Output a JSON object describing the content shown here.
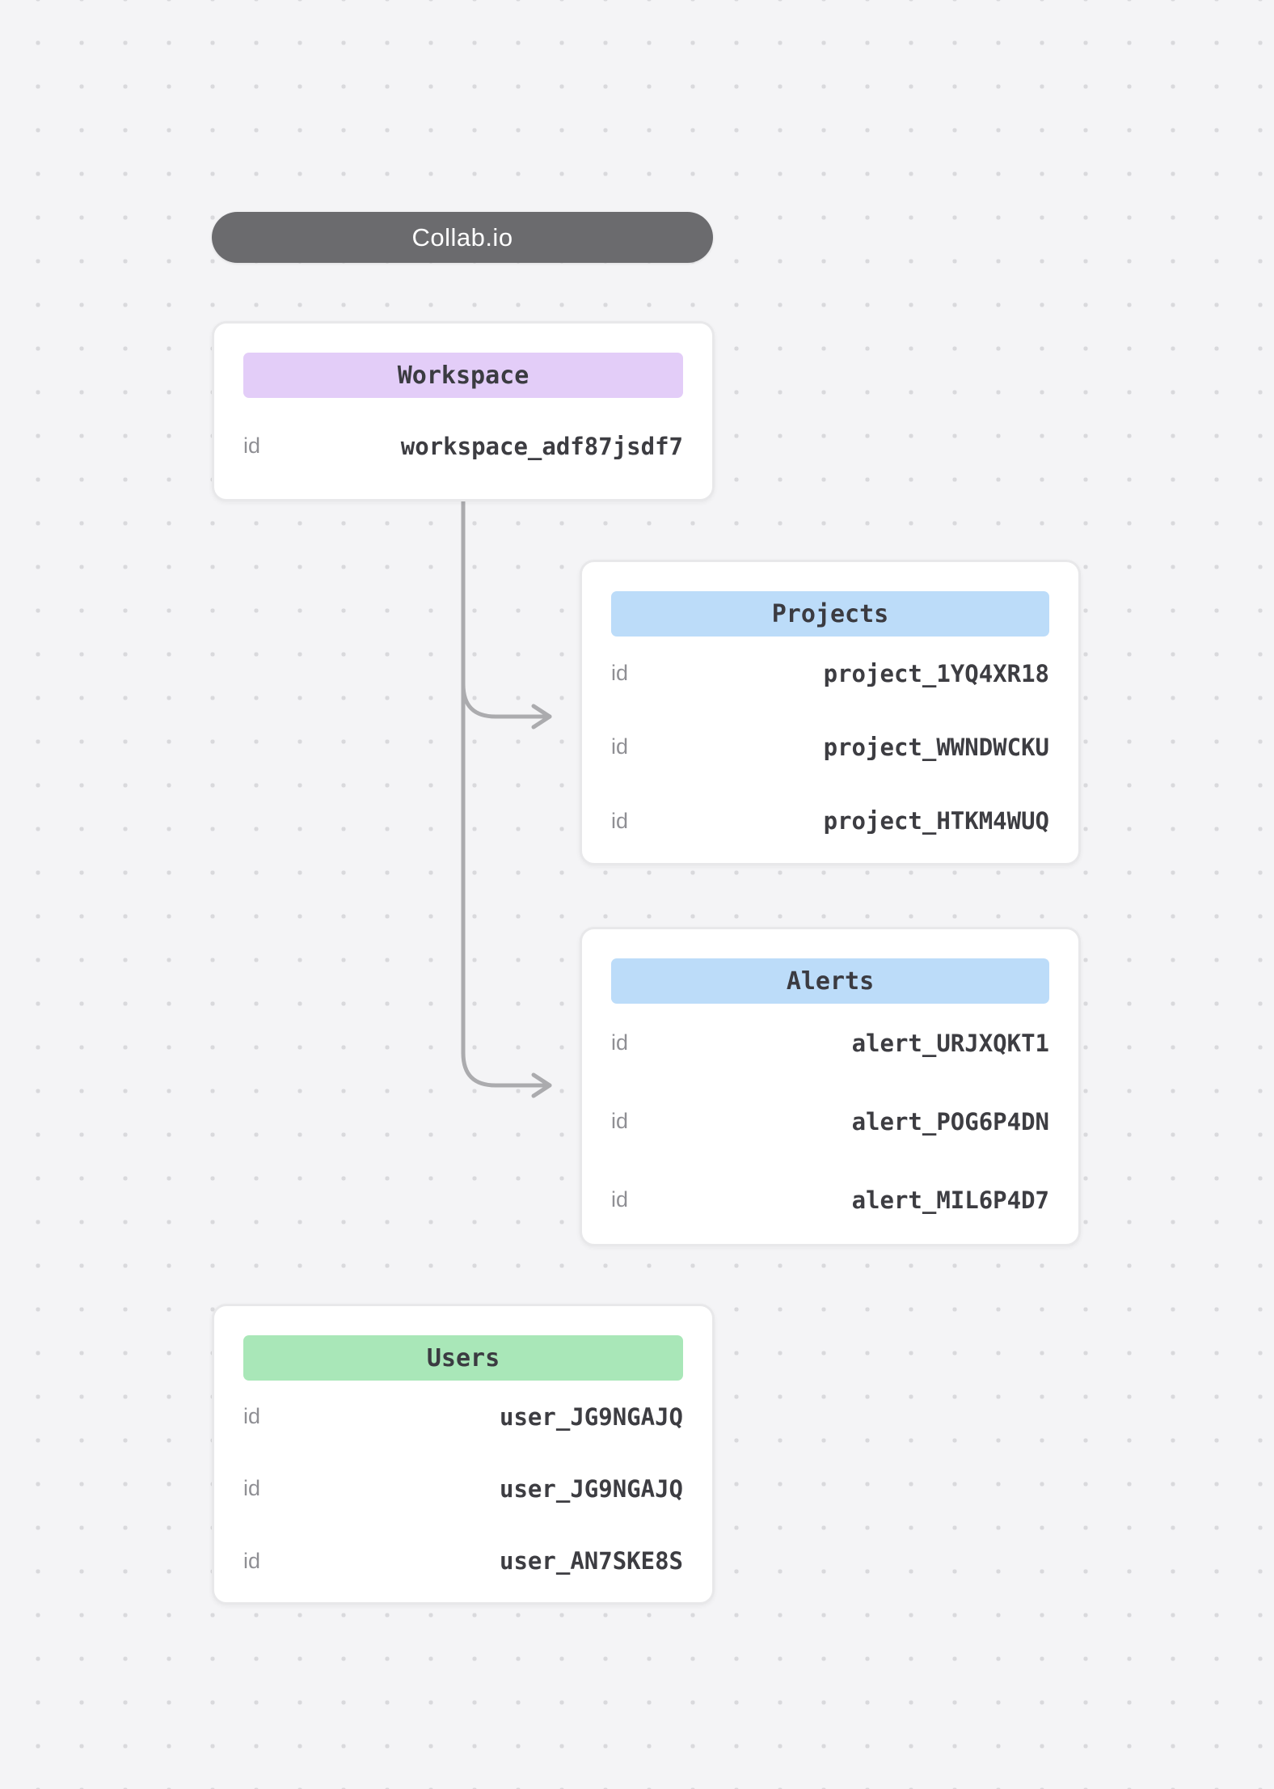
{
  "app": {
    "title": "Collab.io",
    "pill_bg": "#6b6b6e"
  },
  "cards": [
    {
      "id": "workspace",
      "title": "Workspace",
      "header_color": "#e3cdf8",
      "rows": [
        {
          "key": "id",
          "value": "workspace_adf87jsdf7"
        }
      ]
    },
    {
      "id": "projects",
      "title": "Projects",
      "header_color": "#bcdcf9",
      "rows": [
        {
          "key": "id",
          "value": "project_1YQ4XR18"
        },
        {
          "key": "id",
          "value": "project_WWNDWCKU"
        },
        {
          "key": "id",
          "value": "project_HTKM4WUQ"
        }
      ]
    },
    {
      "id": "alerts",
      "title": "Alerts",
      "header_color": "#bcdcf9",
      "rows": [
        {
          "key": "id",
          "value": "alert_URJXQKT1"
        },
        {
          "key": "id",
          "value": "alert_POG6P4DN"
        },
        {
          "key": "id",
          "value": "alert_MIL6P4D7"
        }
      ]
    },
    {
      "id": "users",
      "title": "Users",
      "header_color": "#a9e7b8",
      "rows": [
        {
          "key": "id",
          "value": "user_JG9NGAJQ"
        },
        {
          "key": "id",
          "value": "user_JG9NGAJQ"
        },
        {
          "key": "id",
          "value": "user_AN7SKE8S"
        }
      ]
    }
  ],
  "connectors": [
    {
      "from": "workspace",
      "to": "projects"
    },
    {
      "from": "workspace",
      "to": "alerts"
    }
  ],
  "colors": {
    "connector": "#ababae",
    "canvas_bg": "#f4f4f6",
    "card_border": "#e8e8ea"
  }
}
